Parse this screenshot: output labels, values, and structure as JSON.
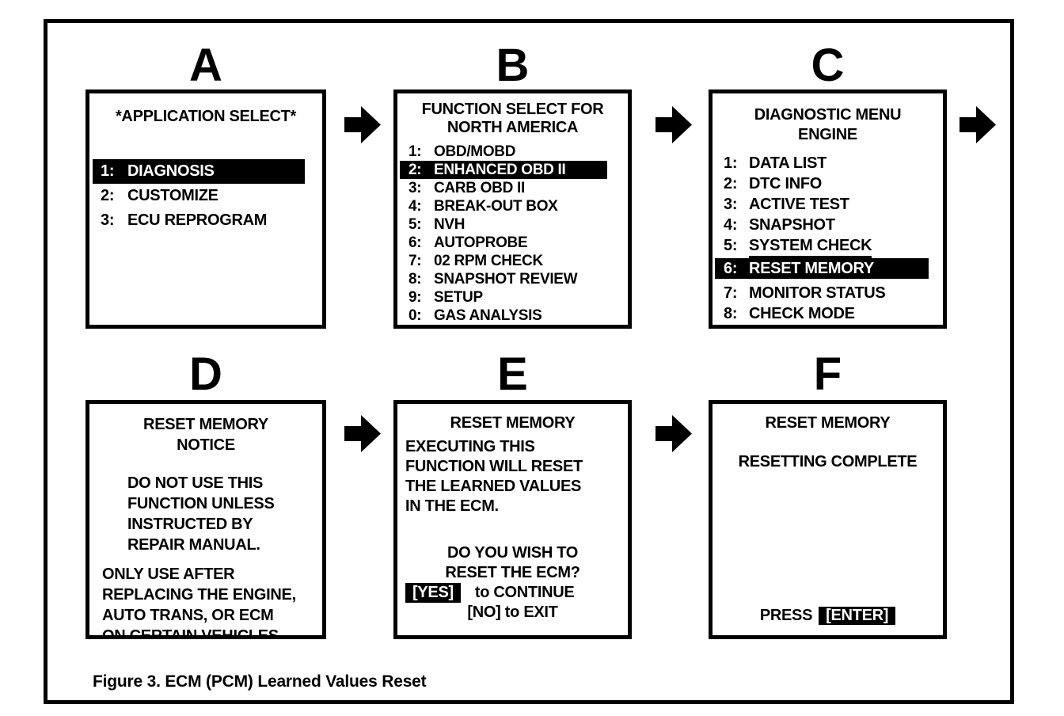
{
  "figure": {
    "caption": "Figure 3. ECM (PCM) Learned Values Reset"
  },
  "colors": {
    "foreground": "#000000",
    "background": "#ffffff",
    "highlight_bg": "#000000",
    "highlight_text": "#ffffff"
  },
  "icons": {
    "arrow": "right-block-arrow"
  },
  "panels": [
    {
      "label": "A",
      "title_lines": [
        "*APPLICATION SELECT*"
      ],
      "items": [
        {
          "num": "1:",
          "text": "DIAGNOSIS",
          "highlighted": true
        },
        {
          "num": "2:",
          "text": "CUSTOMIZE",
          "highlighted": false
        },
        {
          "num": "3:",
          "text": "ECU REPROGRAM",
          "highlighted": false
        }
      ]
    },
    {
      "label": "B",
      "title_lines": [
        "FUNCTION SELECT FOR",
        "NORTH AMERICA"
      ],
      "items": [
        {
          "num": "1:",
          "text": "OBD/MOBD",
          "highlighted": false
        },
        {
          "num": "2:",
          "text": "ENHANCED OBD II",
          "highlighted": true
        },
        {
          "num": "3:",
          "text": "CARB OBD II",
          "highlighted": false
        },
        {
          "num": "4:",
          "text": "BREAK-OUT BOX",
          "highlighted": false
        },
        {
          "num": "5:",
          "text": "NVH",
          "highlighted": false
        },
        {
          "num": "6:",
          "text": "AUTOPROBE",
          "highlighted": false
        },
        {
          "num": "7:",
          "text": "02 RPM CHECK",
          "highlighted": false
        },
        {
          "num": "8:",
          "text": "SNAPSHOT REVIEW",
          "highlighted": false
        },
        {
          "num": "9:",
          "text": "SETUP",
          "highlighted": false
        },
        {
          "num": "0:",
          "text": "GAS ANALYSIS",
          "highlighted": false
        }
      ]
    },
    {
      "label": "C",
      "title_lines": [
        "DIAGNOSTIC MENU",
        "ENGINE"
      ],
      "items": [
        {
          "num": "1:",
          "text": "DATA LIST",
          "highlighted": false
        },
        {
          "num": "2:",
          "text": "DTC INFO",
          "highlighted": false
        },
        {
          "num": "3:",
          "text": "ACTIVE TEST",
          "highlighted": false
        },
        {
          "num": "4:",
          "text": "SNAPSHOT",
          "highlighted": false
        },
        {
          "num": "5:",
          "text": "SYSTEM CHECK",
          "highlighted": false,
          "underlined": true
        },
        {
          "num": "6:",
          "text": "RESET MEMORY",
          "highlighted": true
        },
        {
          "num": "7:",
          "text": "MONITOR STATUS",
          "highlighted": false
        },
        {
          "num": "8:",
          "text": "CHECK MODE",
          "highlighted": false
        }
      ]
    },
    {
      "label": "D",
      "title_lines": [
        "RESET MEMORY",
        "NOTICE"
      ],
      "para1": [
        "DO NOT USE THIS",
        "FUNCTION UNLESS",
        "INSTRUCTED BY",
        "REPAIR MANUAL."
      ],
      "para2": [
        "ONLY USE AFTER",
        "REPLACING THE ENGINE,",
        "AUTO TRANS, OR ECM",
        "ON CERTAIN VEHICLES."
      ]
    },
    {
      "label": "E",
      "title_lines": [
        "RESET MEMORY"
      ],
      "para1": [
        "EXECUTING THIS",
        "FUNCTION WILL RESET",
        "THE LEARNED VALUES",
        "IN THE ECM."
      ],
      "question_lines": [
        "DO YOU WISH TO",
        "RESET THE ECM?"
      ],
      "yes_key": "[YES]",
      "yes_rest": "to CONTINUE",
      "no_line": "[NO] to EXIT"
    },
    {
      "label": "F",
      "title_lines": [
        "RESET MEMORY"
      ],
      "status": "RESETTING COMPLETE",
      "press_word": "PRESS",
      "enter_key": "[ENTER]"
    }
  ]
}
